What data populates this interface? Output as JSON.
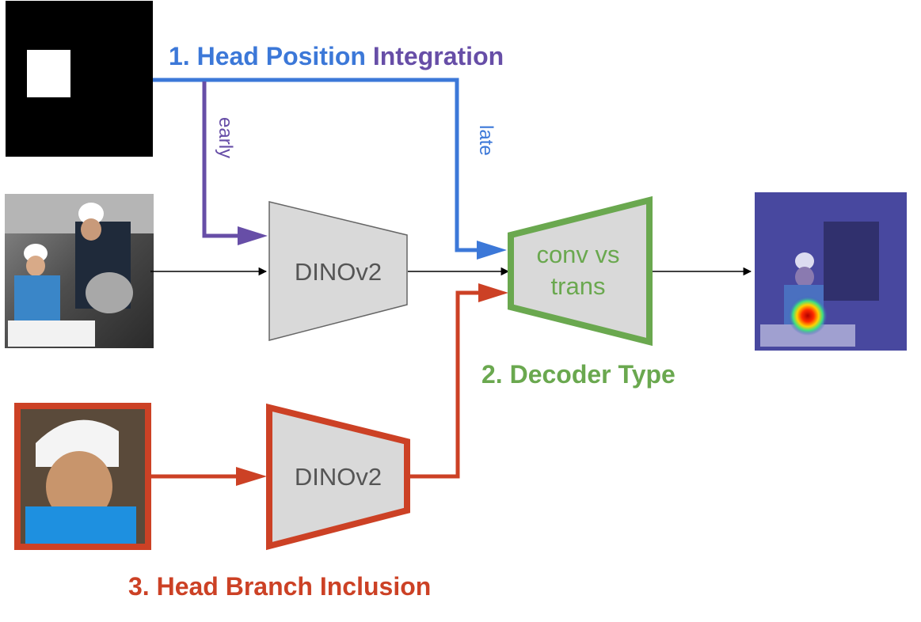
{
  "titles": {
    "head_position_number": "1. Head Position",
    "head_position_rest": " Integration",
    "decoder_type": "2. Decoder Type",
    "head_branch": "3. Head Branch Inclusion"
  },
  "path_labels": {
    "early": "early",
    "late": "late"
  },
  "blocks": {
    "encoder_main": "DINOv2",
    "encoder_head": "DINOv2",
    "decoder_line1": "conv vs",
    "decoder_line2": "trans"
  },
  "colors": {
    "purple": "#674ea7",
    "blue": "#3c78d8",
    "green": "#6aa84f",
    "red": "#cc4125",
    "block_fill": "#d9d9d9",
    "block_stroke": "#666666"
  }
}
